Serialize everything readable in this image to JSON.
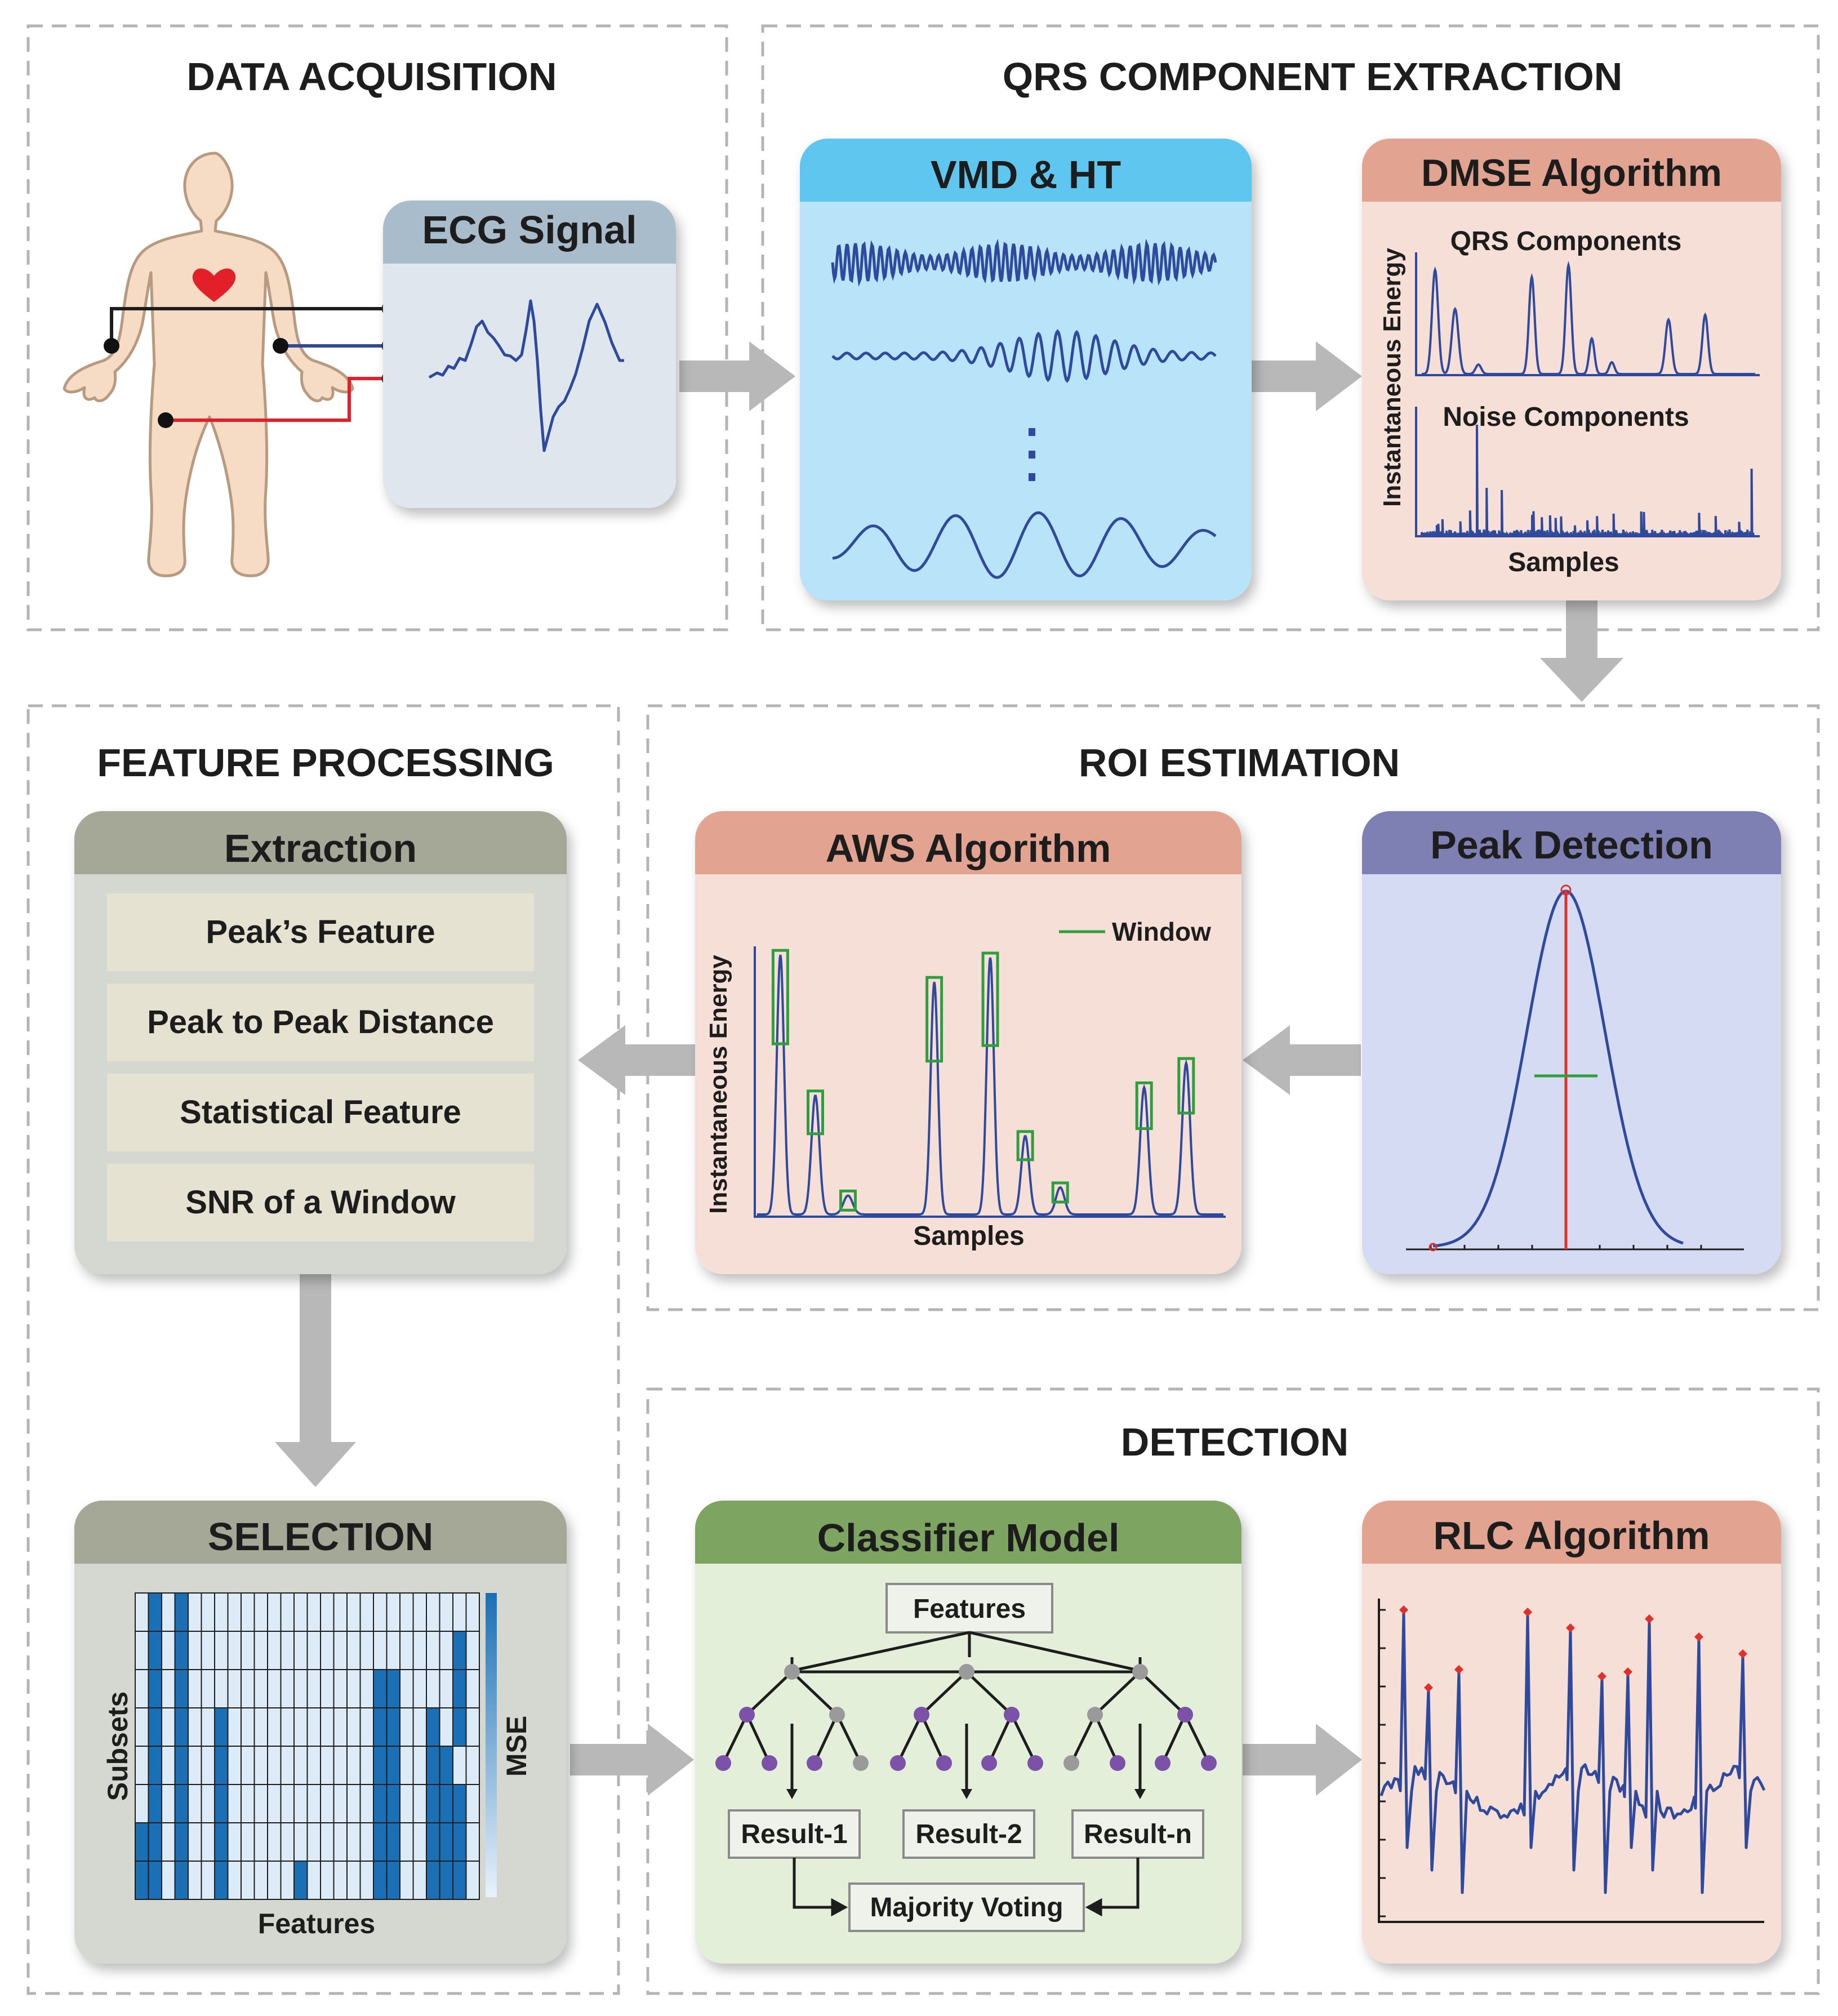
{
  "sections": {
    "data_acquisition": "DATA ACQUISITION",
    "qrs_extraction": "QRS COMPONENT EXTRACTION",
    "feature_processing": "FEATURE PROCESSING",
    "roi_estimation": "ROI ESTIMATION",
    "detection": "DETECTION"
  },
  "cards": {
    "ecg": {
      "title": "ECG Signal",
      "header_color": "#a8bccb",
      "body_color": "#dfe6ee"
    },
    "vmd": {
      "title": "VMD & HT",
      "header_color": "#5ec6ef",
      "body_color": "#b9e3f8"
    },
    "dmse": {
      "title": "DMSE Algorithm",
      "header_color": "#e2a491",
      "body_color": "#f6dfd6",
      "top_label": "QRS Components",
      "bottom_label": "Noise Components",
      "ylabel": "Instantaneous Energy",
      "xlabel": "Samples"
    },
    "extraction": {
      "title": "Extraction",
      "header_color": "#a5a797",
      "body_color": "#d5d8d1",
      "items": [
        "Peak’s Feature",
        "Peak to Peak Distance",
        "Statistical Feature",
        "SNR of a Window"
      ]
    },
    "aws": {
      "title": "AWS Algorithm",
      "header_color": "#e2a491",
      "body_color": "#f6dfd6",
      "legend": "Window",
      "ylabel": "Instantaneous Energy",
      "xlabel": "Samples"
    },
    "peak": {
      "title": "Peak Detection",
      "header_color": "#7e7fb3",
      "body_color": "#d5dbf3"
    },
    "selection": {
      "title": "SELECTION",
      "header_color": "#a5a797",
      "body_color": "#d5d8d1",
      "ylabel": "Subsets",
      "xlabel": "Features",
      "colorbar_label": "MSE"
    },
    "classifier": {
      "title": "Classifier Model",
      "header_color": "#7ea462",
      "body_color": "#e3efd9",
      "features": "Features",
      "results": [
        "Result-1",
        "Result-2",
        "Result-n"
      ],
      "voting": "Majority Voting"
    },
    "rlc": {
      "title": "RLC Algorithm",
      "header_color": "#e2a491",
      "body_color": "#f6dfd6"
    }
  },
  "colors": {
    "signal": "#2f4a9c",
    "window": "#2e9e3e",
    "peak_line": "#e0302a",
    "heart": "#e3202a",
    "arrow": "#b8b8b8",
    "node_purple": "#7b52a8",
    "node_gray": "#9a9a9a",
    "cell_fill": "#1a6fb5",
    "cell_empty": "#dcebf7"
  },
  "icons": [
    "body-figure-icon",
    "heart-icon",
    "electrode-icon"
  ]
}
